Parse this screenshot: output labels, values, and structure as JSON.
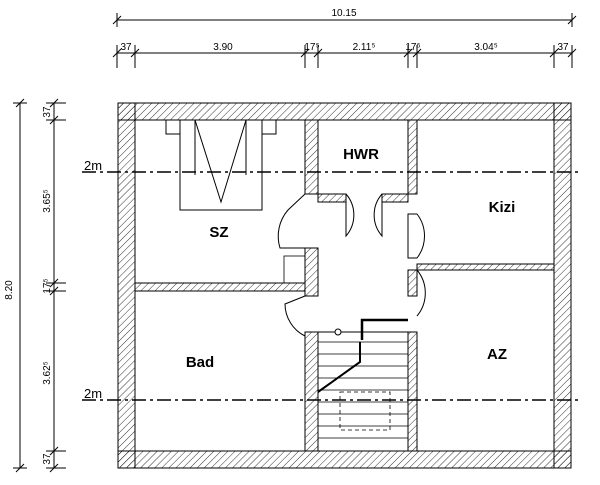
{
  "dimensions": {
    "total_width": "10.15",
    "top_segments": [
      "37",
      "3.90",
      "17⁵",
      "2.11⁵",
      "17⁵",
      "3.04⁵",
      "37"
    ],
    "total_height": "8.20",
    "left_segments": [
      "37",
      "3.65⁵",
      "17⁵",
      "3.62⁵",
      "37"
    ]
  },
  "rooms": {
    "sz": "SZ",
    "hwr": "HWR",
    "kizi": "Kizi",
    "bad": "Bad",
    "az": "AZ"
  },
  "levels": {
    "upper": "2m",
    "lower": "2m"
  }
}
